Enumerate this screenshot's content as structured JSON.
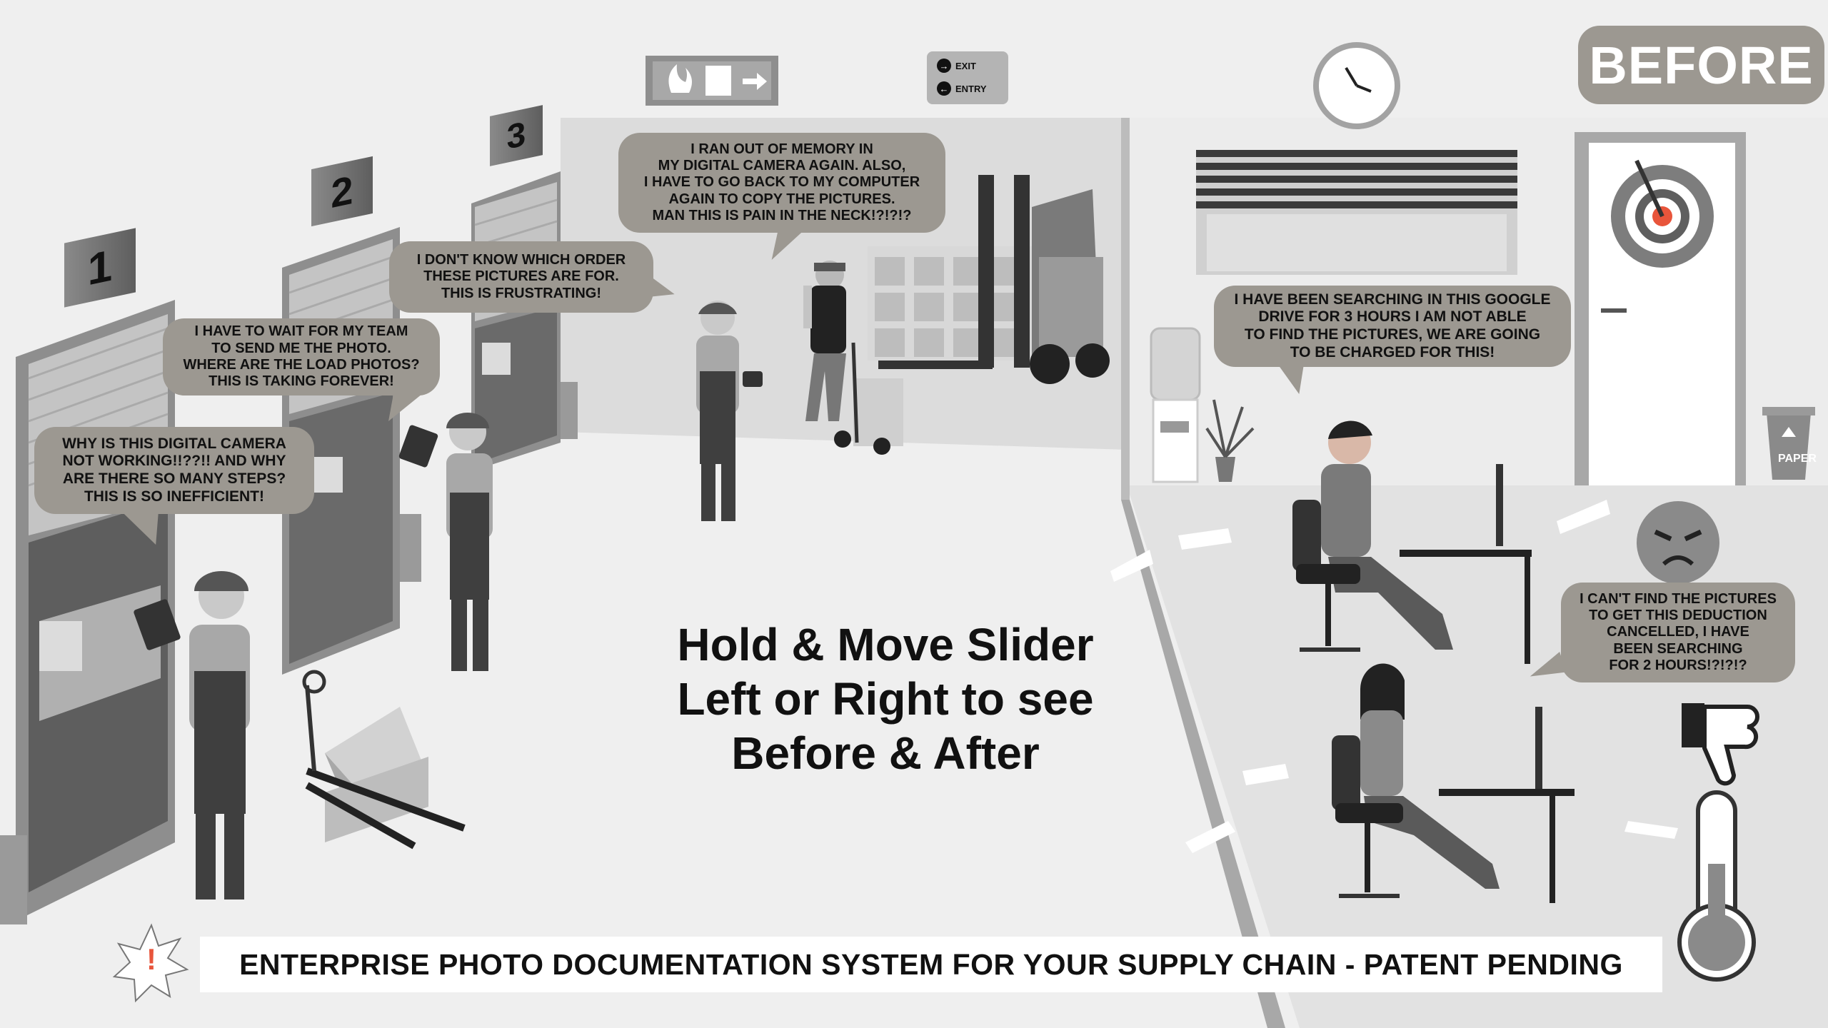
{
  "badge": {
    "before": "BEFORE"
  },
  "signs": {
    "exit": "EXIT",
    "entry": "ENTRY",
    "paper_bin": "PAPER"
  },
  "doors": [
    "1",
    "2",
    "3"
  ],
  "bubbles": {
    "camera_worker": [
      "WHY IS THIS DIGITAL CAMERA",
      "NOT WORKING!!??!! AND WHY",
      "ARE THERE SO MANY STEPS?",
      "THIS IS SO INEFFICIENT!"
    ],
    "tablet_worker": [
      "I HAVE TO WAIT FOR MY TEAM",
      "TO SEND ME THE PHOTO.",
      "WHERE ARE THE LOAD PHOTOS?",
      "THIS IS TAKING FOREVER!"
    ],
    "order_worker": [
      "I DON'T KNOW WHICH ORDER",
      "THESE PICTURES ARE FOR.",
      "THIS IS FRUSTRATING!"
    ],
    "memory_worker": [
      "I RAN OUT OF MEMORY IN",
      "MY DIGITAL CAMERA AGAIN. ALSO,",
      "I HAVE TO GO BACK TO MY COMPUTER",
      "AGAIN TO COPY THE PICTURES.",
      "MAN THIS IS PAIN IN THE NECK!?!?!?"
    ],
    "drive_searcher": [
      "I HAVE BEEN SEARCHING IN THIS GOOGLE",
      "DRIVE FOR 3 HOURS I AM NOT ABLE",
      "TO FIND THE PICTURES, WE ARE GOING",
      "TO BE CHARGED FOR THIS!"
    ],
    "deduction_searcher": [
      "I CAN'T FIND THE PICTURES",
      "TO GET THIS DEDUCTION",
      "CANCELLED, I HAVE",
      "BEEN SEARCHING",
      "FOR 2 HOURS!?!?!?"
    ]
  },
  "instructions": [
    "Hold & Move Slider",
    "Left or Right to see",
    "Before & After"
  ],
  "banner": {
    "text": "ENTERPRISE PHOTO DOCUMENTATION SYSTEM FOR YOUR SUPPLY CHAIN - PATENT PENDING"
  },
  "icons": {
    "alert": "alert-starburst-icon",
    "thumbs_down": "thumbs-down-icon",
    "thermometer": "thermometer-icon",
    "clock": "wall-clock-icon",
    "target": "target-gear-icon",
    "fire_exit": "fire-exit-sign-icon"
  },
  "colors": {
    "background": "#efefef",
    "bubble": "#9c9891",
    "alert_accent": "#e8553b",
    "target_accent": "#e8553b"
  }
}
